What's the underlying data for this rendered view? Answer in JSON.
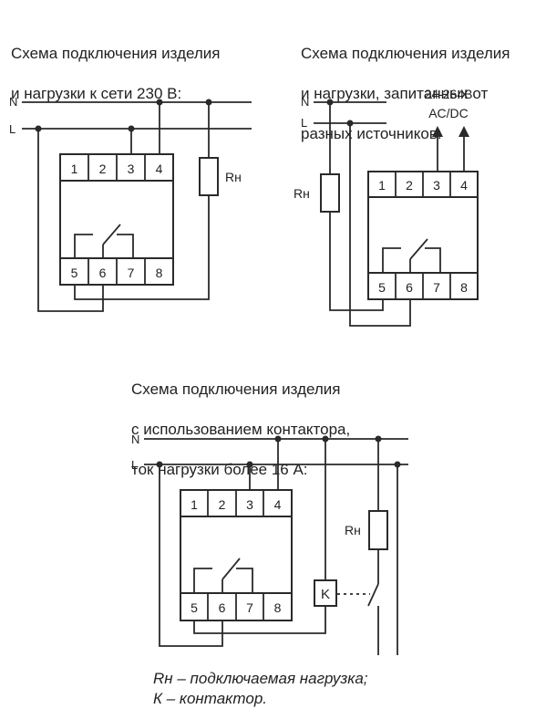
{
  "diagram1": {
    "title_lines": [
      "Схема подключения изделия",
      "и нагрузки к сети 230 В:"
    ],
    "line_labels": [
      "N",
      "L"
    ],
    "terminals_top": [
      "1",
      "2",
      "3",
      "4"
    ],
    "terminals_bottom": [
      "5",
      "6",
      "7",
      "8"
    ],
    "load_label": "Rн"
  },
  "diagram2": {
    "title_lines": [
      "Схема подключения изделия",
      "и нагрузки, запитанных от",
      "разных источников:"
    ],
    "line_labels": [
      "N",
      "L"
    ],
    "terminals_top": [
      "1",
      "2",
      "3",
      "4"
    ],
    "terminals_bottom": [
      "5",
      "6",
      "7",
      "8"
    ],
    "load_label": "Rн",
    "supply_label_lines": [
      "24-264В",
      "AC/DC"
    ]
  },
  "diagram3": {
    "title_lines": [
      "Схема подключения изделия",
      "с использованием контактора,",
      "ток нагрузки более 16 А:"
    ],
    "line_labels": [
      "N",
      "L"
    ],
    "terminals_top": [
      "1",
      "2",
      "3",
      "4"
    ],
    "terminals_bottom": [
      "5",
      "6",
      "7",
      "8"
    ],
    "load_label": "Rн",
    "contactor_label": "K"
  },
  "legend_lines": [
    "Rн – подключаемая нагрузка;",
    "К – контактор."
  ]
}
